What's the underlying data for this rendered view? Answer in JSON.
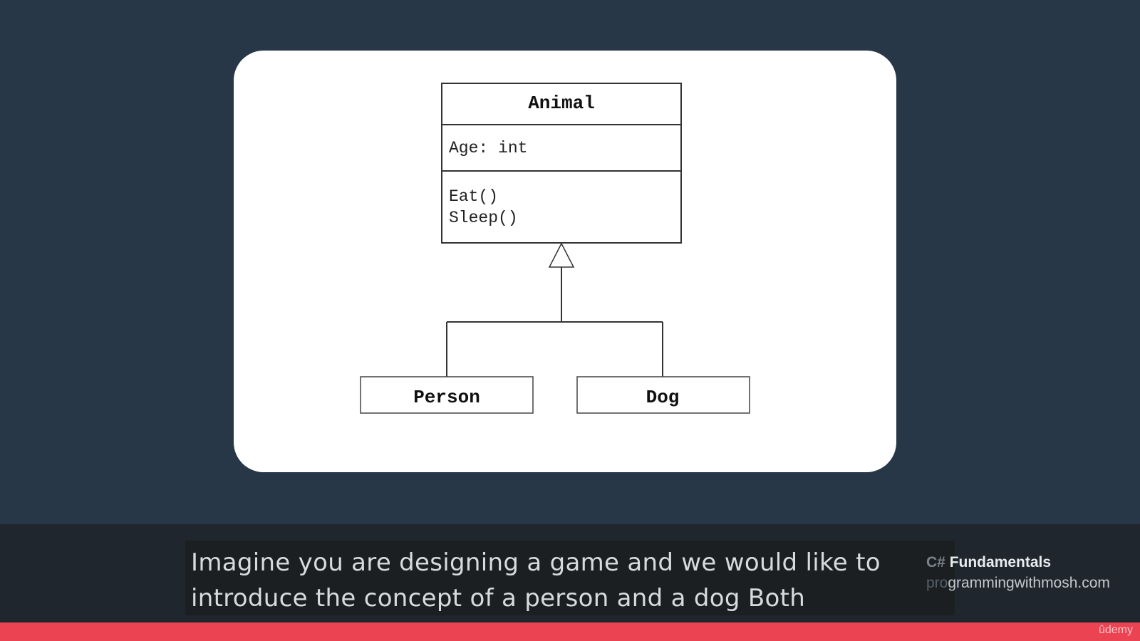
{
  "diagram": {
    "parent_class": {
      "name": "Animal",
      "attributes": [
        "Age: int"
      ],
      "methods": [
        "Eat()",
        "Sleep()"
      ]
    },
    "child_classes": [
      "Person",
      "Dog"
    ]
  },
  "caption": {
    "line1": "Imagine you are designing a game and we would like to",
    "line2": "introduce the concept of a person and a dog Both"
  },
  "course": {
    "language": "C#",
    "title": "Fundamentals",
    "site_prefix": "pro",
    "site_rest": "grammingwithmosh.com"
  },
  "player": {
    "brand": "ûdemy",
    "accent_color": "#ec4352"
  }
}
